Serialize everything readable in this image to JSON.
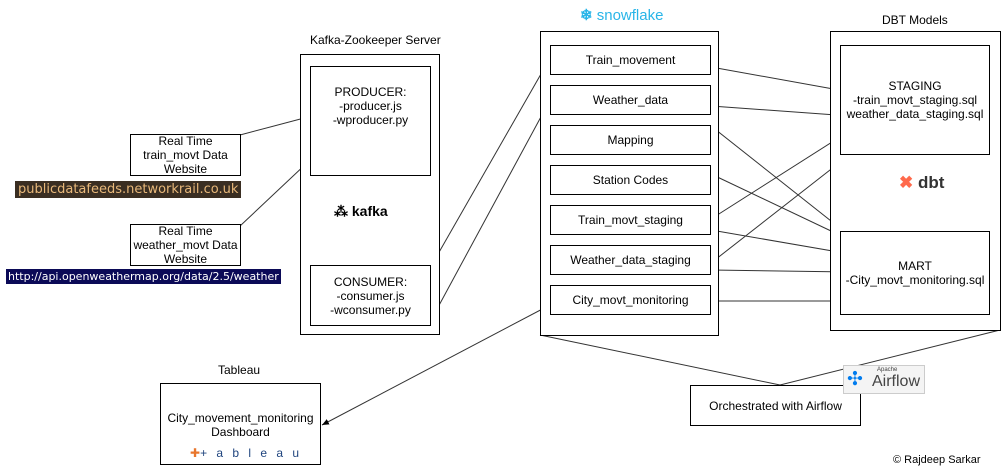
{
  "sources": {
    "train": [
      "Real Time",
      "train_movt Data",
      "Website"
    ],
    "weather": [
      "Real Time",
      "weather_movt Data",
      "Website"
    ],
    "train_url": "publicdatafeeds.networkrail.co.uk",
    "weather_url": "http://api.openweathermap.org/data/2.5/weather"
  },
  "kafka": {
    "title": "Kafka-Zookeeper Server",
    "producer": [
      "PRODUCER:",
      "-producer.js",
      "-wproducer.py"
    ],
    "consumer": [
      "CONSUMER:",
      "-consumer.js",
      "-wconsumer.py"
    ],
    "logo_text": "kafka"
  },
  "snowflake": {
    "logo_text": "snowflake",
    "tables": [
      "Train_movement",
      "Weather_data",
      "Mapping",
      "Station Codes",
      "Train_movt_staging",
      "Weather_data_staging",
      "City_movt_monitoring"
    ]
  },
  "dbt": {
    "title": "DBT Models",
    "staging": [
      "STAGING",
      "-train_movt_staging.sql",
      "weather_data_staging.sql"
    ],
    "mart": [
      "MART",
      "-City_movt_monitoring.sql"
    ],
    "logo_text": "dbt"
  },
  "airflow": {
    "label": "Orchestrated with Airflow",
    "logo_small": "Apache",
    "logo_text": "Airflow"
  },
  "tableau": {
    "title": "Tableau",
    "dashboard": [
      "City_movement_monitoring",
      "Dashboard"
    ],
    "logo_text": "+ a b l e a u"
  },
  "copyright": "© Rajdeep Sarkar",
  "colors": {
    "snowflake": "#29b5e8",
    "url1_bg": "#3a2e22",
    "url1_fg": "#e8b87a",
    "url2_bg": "#0b0a57",
    "airflow_teal": "#017cee"
  }
}
